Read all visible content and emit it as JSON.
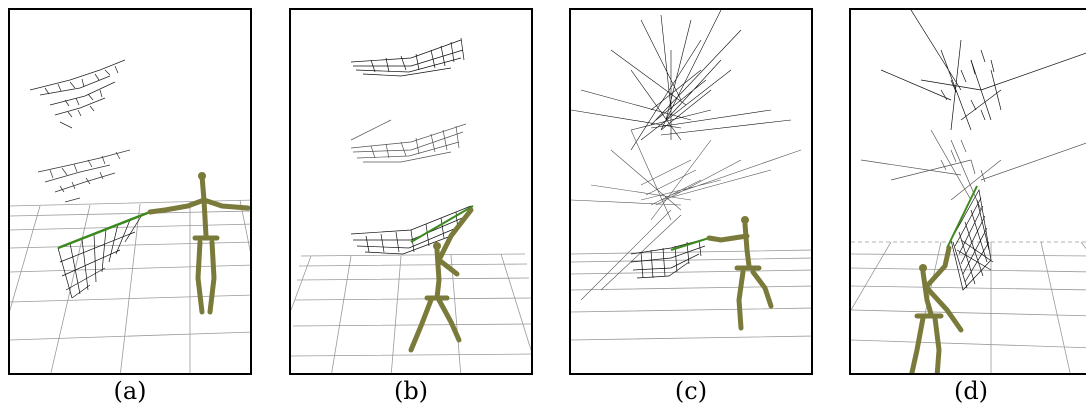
{
  "figure": {
    "panels": [
      {
        "id": "a",
        "caption": "(a)"
      },
      {
        "id": "b",
        "caption": "(b)"
      },
      {
        "id": "c",
        "caption": "(c)"
      },
      {
        "id": "d",
        "caption": "(d)"
      }
    ]
  },
  "colors": {
    "frame": "#000000",
    "grid": "#9a9a9a",
    "mesh": "#111111",
    "ghost_mesh": "#666666",
    "figure_body": "#7a7a3a",
    "figure_joint": "#4f4f22",
    "cloth_edge": "#3c8a1e"
  }
}
